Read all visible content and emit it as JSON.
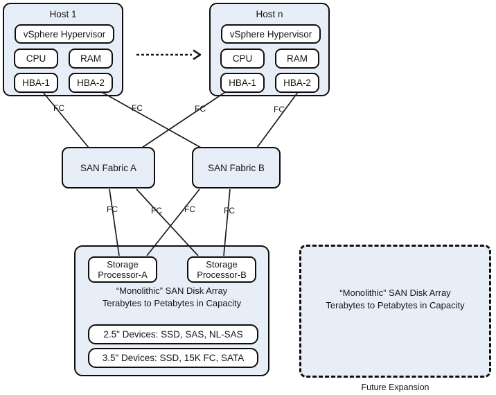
{
  "labels": {
    "fc": "FC"
  },
  "hosts": [
    {
      "title": "Host 1",
      "hypervisor": "vSphere Hypervisor",
      "cpu": "CPU",
      "ram": "RAM",
      "hba1": "HBA-1",
      "hba2": "HBA-2"
    },
    {
      "title": "Host n",
      "hypervisor": "vSphere Hypervisor",
      "cpu": "CPU",
      "ram": "RAM",
      "hba1": "HBA-1",
      "hba2": "HBA-2"
    }
  ],
  "fabrics": [
    {
      "label": "SAN Fabric A"
    },
    {
      "label": "SAN Fabric B"
    }
  ],
  "storage_array": {
    "processor_a": "Storage Processor-A",
    "processor_b": "Storage Processor-B",
    "title_line1": "“Monolithic” SAN Disk Array",
    "title_line2": "Terabytes to Petabytes in Capacity",
    "device_rows": [
      "2.5\" Devices: SSD, SAS, NL-SAS",
      "3.5\" Devices: SSD, 15K FC, SATA"
    ]
  },
  "future_expansion": {
    "title_line1": "“Monolithic” SAN Disk Array",
    "title_line2": "Terabytes to Petabytes in Capacity",
    "caption": "Future Expansion"
  },
  "colors": {
    "box_fill": "#e8eef8",
    "box_border": "#0d0d0d",
    "line": "#1a1a1a"
  }
}
